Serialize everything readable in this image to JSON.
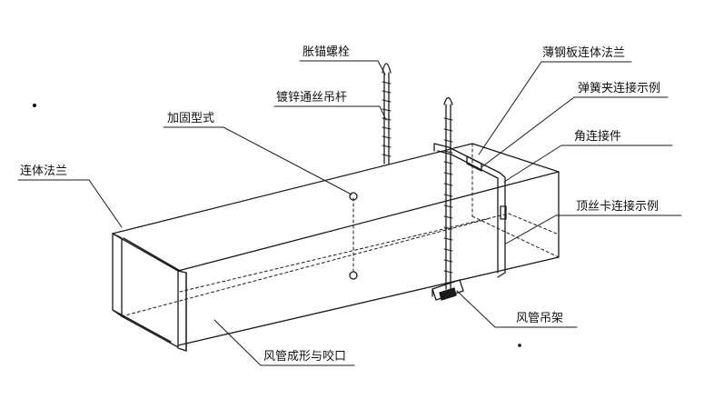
{
  "labels": {
    "expansion_anchor_bolt": "胀锚螺栓",
    "galvanized_threaded_rod": "镀锌通丝吊杆",
    "reinforcement_type": "加固型式",
    "integral_flange": "连体法兰",
    "thin_steel_plate_integral_flange": "薄钢板连体法兰",
    "spring_clip_connection_example": "弹簧夹连接示例",
    "corner_connector": "角连接件",
    "top_wire_clip_connection_example": "顶丝卡连接示例",
    "duct_hanger": "风管吊架",
    "duct_forming_and_seaming": "风管成形与咬口"
  },
  "colors": {
    "line": "#1a1a1a",
    "background": "#ffffff"
  }
}
